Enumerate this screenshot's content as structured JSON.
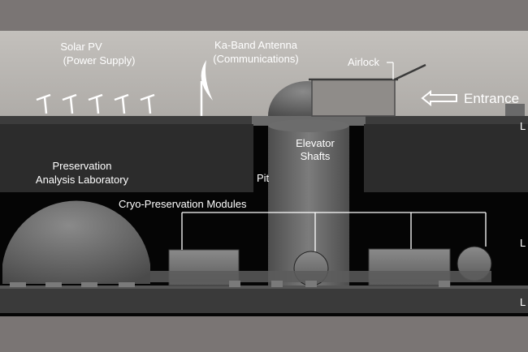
{
  "diagram": {
    "labels": {
      "solar_line1": "Solar PV",
      "solar_line2": "(Power Supply)",
      "antenna_line1": "Ka-Band Antenna",
      "antenna_line2": "(Communications)",
      "airlock": "Airlock",
      "entrance": "Entrance",
      "elevator_line1": "Elevator",
      "elevator_line2": "Shafts",
      "lab_line1": "Preservation",
      "lab_line2": "Analysis Laboratory",
      "pit": "Pit",
      "cryo": "Cryo-Preservation Modules",
      "level_marker_1": "L",
      "level_marker_2": "L",
      "level_marker_3": "L"
    },
    "icons": {
      "solar_panel": "solar-panel-icon",
      "antenna": "antenna-dish-icon",
      "arrow": "left-arrow-icon"
    },
    "colors": {
      "frame": "#7a7574",
      "sky": "#bab7b3",
      "ground_top": "#3e3e3e",
      "slab": "#2c2c2c",
      "void": "#050505",
      "dome": "#6e6e6e",
      "text": "#ffffff"
    }
  }
}
